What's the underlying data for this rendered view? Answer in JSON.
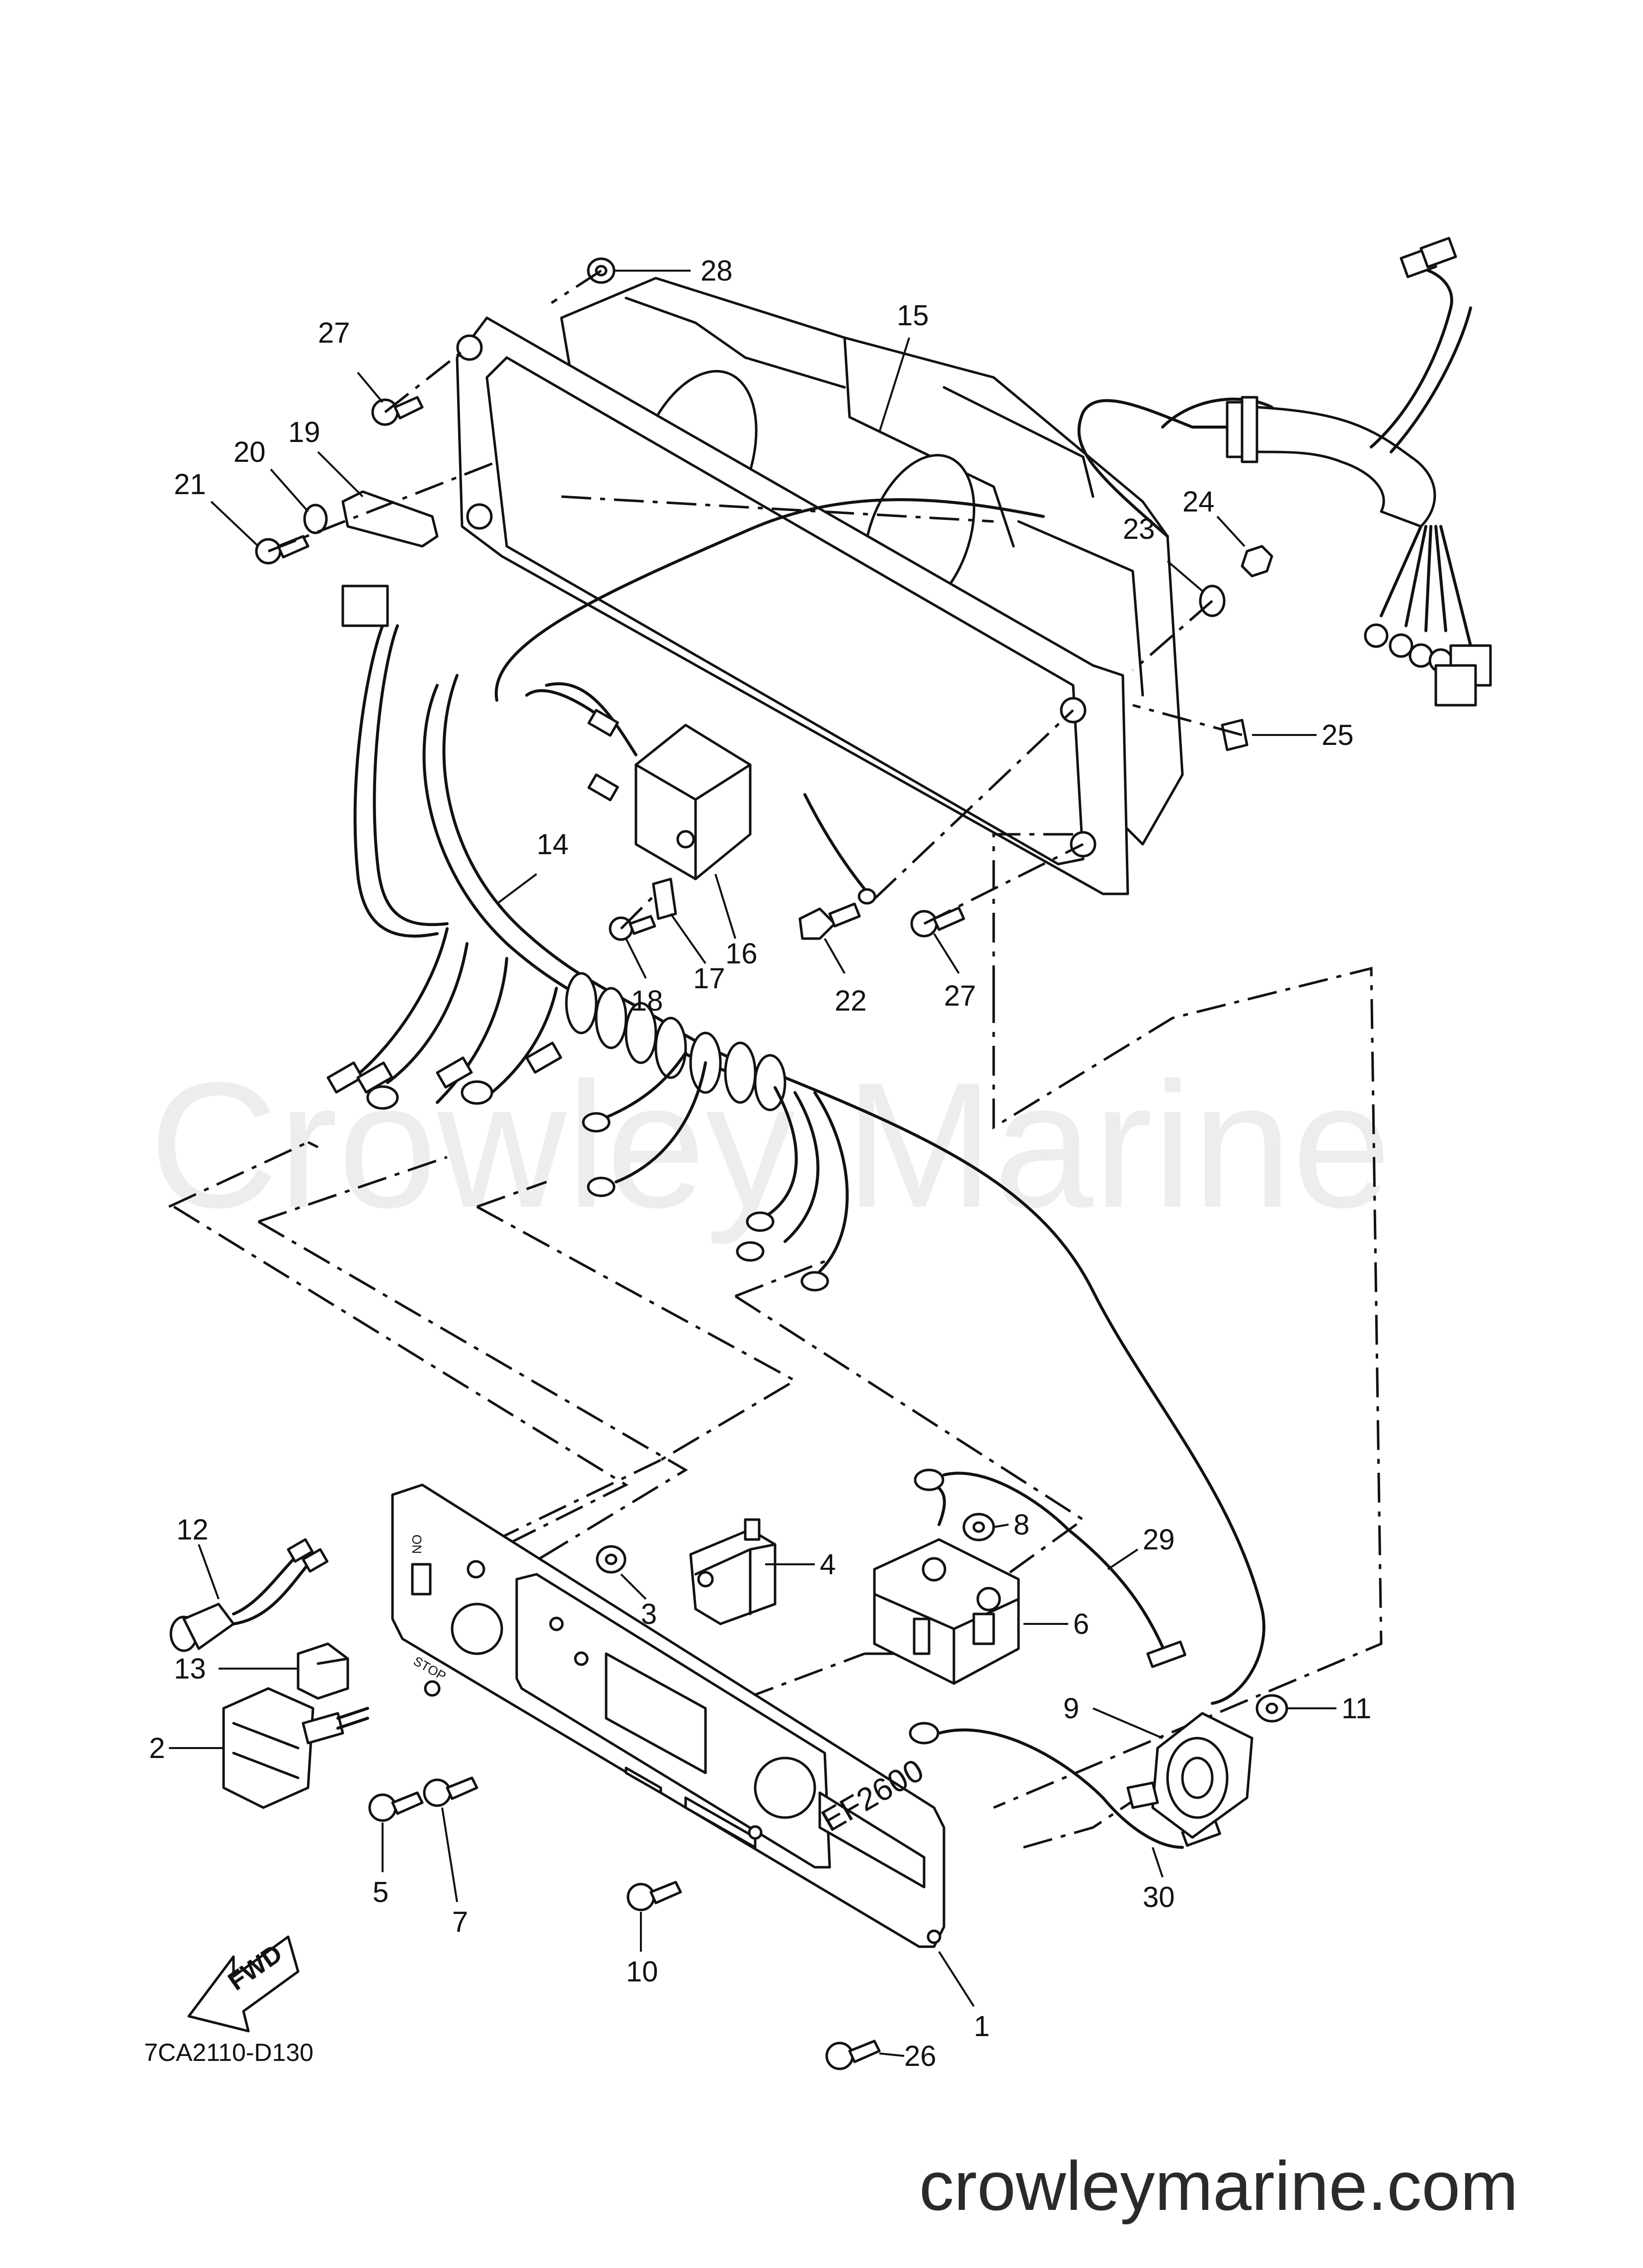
{
  "diagram": {
    "code": "7CA2110-D130",
    "watermark": "Crowley Marine",
    "footer_url": "crowleymarine.com",
    "panel_model_label": "EF2600",
    "panel_on_label": "ON",
    "panel_stop_label": "STOP",
    "direction_label": "FWD",
    "callouts": [
      "28",
      "27",
      "15",
      "19",
      "20",
      "21",
      "24",
      "23",
      "25",
      "14",
      "16",
      "17",
      "18",
      "22",
      "27",
      "12",
      "3",
      "4",
      "8",
      "29",
      "6",
      "13",
      "11",
      "9",
      "2",
      "5",
      "7",
      "30",
      "10",
      "1",
      "26"
    ]
  }
}
